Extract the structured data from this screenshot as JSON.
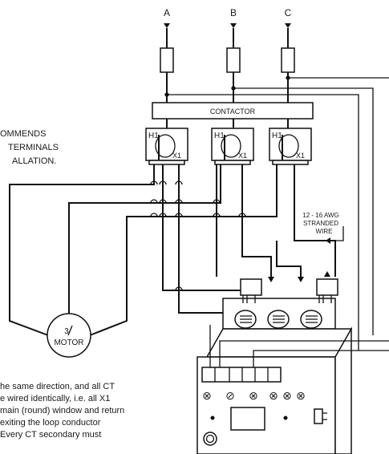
{
  "phases": [
    "A",
    "B",
    "C"
  ],
  "contactor_label": "CONTACTOR",
  "ct_primary": "H1",
  "ct_secondary": "X1",
  "wire_note": [
    "12 - 16 AWG",
    "STRANDED",
    "WIRE"
  ],
  "motor": {
    "symbol": "3",
    "label": "MOTOR"
  },
  "left_note": [
    "OMMENDS",
    "TERMINALS",
    "ALLATION."
  ],
  "bottom_note": [
    "he same direction, and all CT",
    "e wired identically, i.e. all X1",
    "main (round) window and return",
    "exiting the loop conductor",
    "Every CT secondary must"
  ],
  "terminal_symbols": [
    "⊗",
    "⊘",
    "⊗",
    "⊗",
    "⊗",
    "⊗"
  ]
}
